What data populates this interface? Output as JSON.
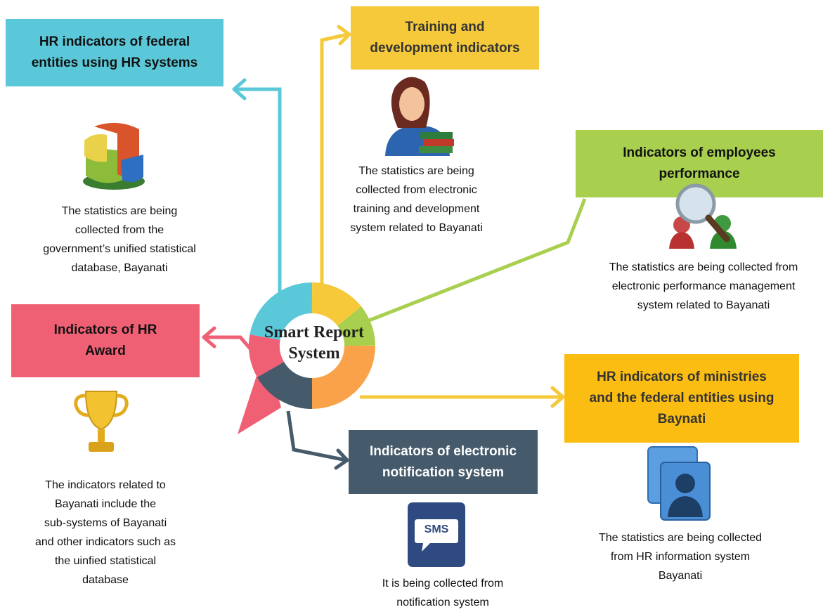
{
  "center": {
    "line1": "Smart Report",
    "line2": "System"
  },
  "nodes": {
    "hr_federal": {
      "title_line1": "HR indicators of federal",
      "title_line2": "entities using HR systems",
      "desc_lines": [
        "The statistics are being",
        "collected from the",
        "government’s unified statistical",
        "database,  Bayanati"
      ],
      "color": "#5bc8d9"
    },
    "training": {
      "title_line1": "Training and",
      "title_line2": "development indicators",
      "desc_lines": [
        "The statistics are being",
        "collected from electronic",
        "training and development",
        "system related to Bayanati"
      ],
      "color": "#f5c93a"
    },
    "performance": {
      "title_line1": "Indicators of employees",
      "title_line2": "performance",
      "desc_lines": [
        "The statistics are being collected from",
        "electronic performance management",
        "system related to Bayanati"
      ],
      "color": "#a8cf4e"
    },
    "award": {
      "title_line1": "Indicators of HR",
      "title_line2": "Award",
      "desc_lines": [
        "The indicators related to",
        "Bayanati include the",
        "sub-systems of Bayanati",
        "and other indicators such as",
        "the uinfied statistical",
        "database"
      ],
      "color": "#f06075"
    },
    "ministries": {
      "title_line1": "HR indicators of ministries",
      "title_line2": "and the federal entities using",
      "title_line3": "Baynati",
      "desc_lines": [
        "The statistics are being collected",
        "from HR information system",
        "Bayanati"
      ],
      "color": "#fbbd12"
    },
    "notification": {
      "title_line1": "Indicators of electronic",
      "title_line2": "notification system",
      "desc_lines": [
        "It is being collected from",
        "notification system"
      ],
      "icon_text": "SMS",
      "color": "#455a6b"
    }
  },
  "ring_colors": {
    "teal": "#5bc8d9",
    "yellow": "#f5c93a",
    "green": "#a8cf4e",
    "orange": "#f9a24a",
    "slate": "#455a6b",
    "pink": "#f06075"
  }
}
